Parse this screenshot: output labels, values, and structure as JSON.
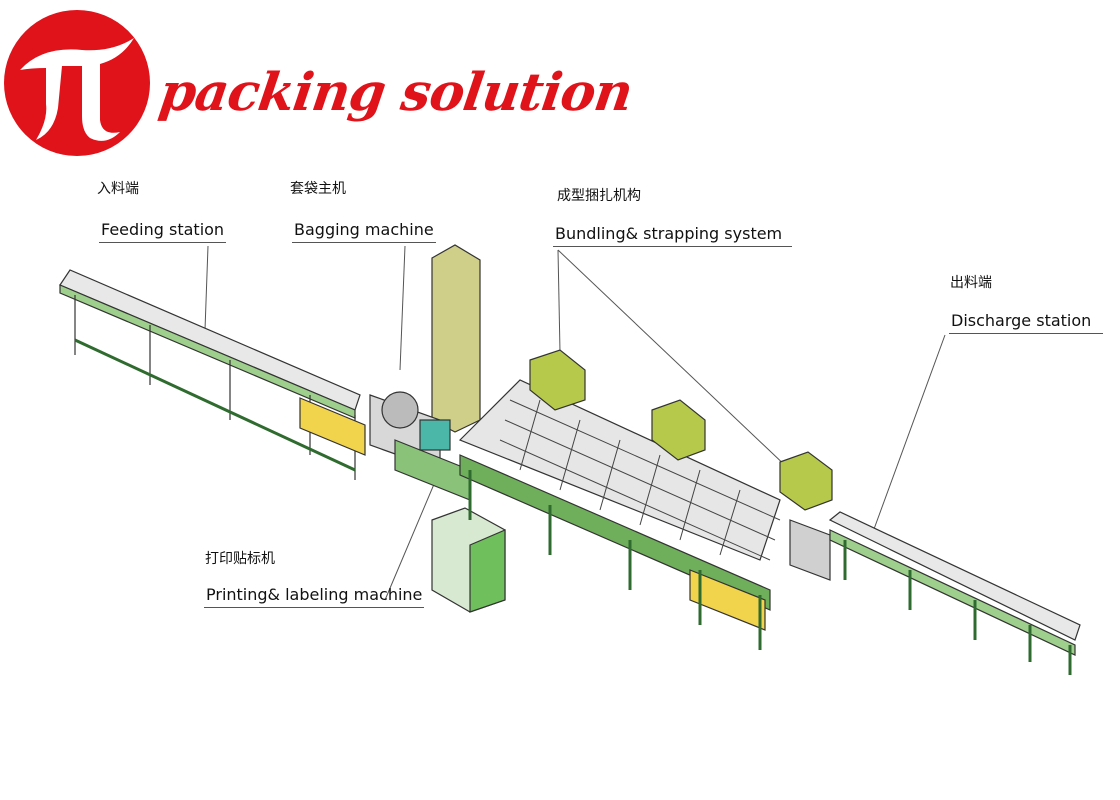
{
  "brand": {
    "logo_symbol": "π",
    "name": "packing solution",
    "color": "#e0121a"
  },
  "stations": [
    {
      "cn": "入料端",
      "en": "Feeding station"
    },
    {
      "cn": "套袋主机",
      "en": "Bagging machine"
    },
    {
      "cn": "成型捆扎机构",
      "en": "Bundling& strapping system"
    },
    {
      "cn": "出料端",
      "en": "Discharge station"
    },
    {
      "cn": "打印贴标机",
      "en": "Printing& labeling machine"
    }
  ],
  "colors": {
    "frame": "#2f6b2f",
    "base": "#8ac27a",
    "cabinet": "#cfcf8a",
    "hood": "#b7c94a",
    "line": "#333333"
  }
}
